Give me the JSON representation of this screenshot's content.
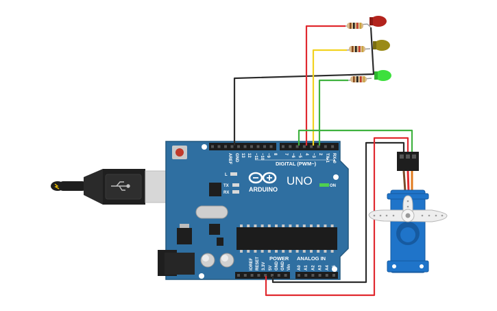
{
  "board": {
    "brand": "ARDUINO",
    "model": "UNO",
    "on_label": "ON",
    "l_label": "L",
    "tx_label": "TX",
    "rx_label": "RX",
    "digital_label": "DIGITAL (PWM~)",
    "power_label": "POWER",
    "analog_label": "ANALOG IN",
    "top_pins": [
      "AREF",
      "GND",
      "13",
      "12",
      "~11",
      "~10",
      "~9",
      "8",
      "7",
      "~6",
      "~5",
      "4",
      "~3",
      "2",
      "TX▸1",
      "RX◂0"
    ],
    "power_pins": [
      "IOREF",
      "RESET",
      "3.3V",
      "5V",
      "GND",
      "GND",
      "Vin"
    ],
    "analog_pins": [
      "A0",
      "A1",
      "A2",
      "A3",
      "A4",
      "A5"
    ]
  },
  "colors": {
    "board_blue": "#2f6fa1",
    "board_edge": "#24587f",
    "wire_red": "#e0282e",
    "wire_yellow": "#f2d21f",
    "wire_green": "#3fb23f",
    "wire_black": "#2b2b2b",
    "led_red": "#b3231c",
    "led_yellow": "#9a8a16",
    "led_green": "#3de03d",
    "servo_blue": "#1f74c9"
  },
  "components": {
    "leds": [
      "red-led",
      "yellow-led",
      "green-led"
    ],
    "resistors": [
      "resistor-red",
      "resistor-yellow",
      "resistor-green"
    ],
    "servo": "servo-motor",
    "usb": "usb-cable"
  }
}
